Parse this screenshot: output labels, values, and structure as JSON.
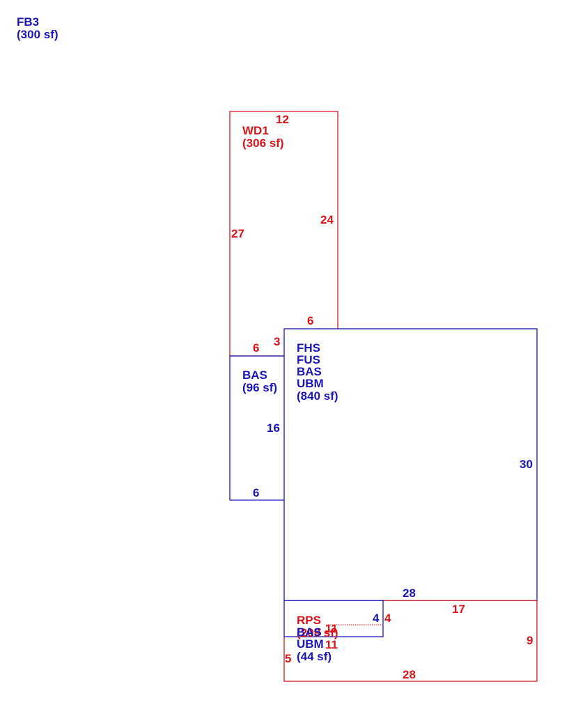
{
  "colors": {
    "blue": "#1a16b8",
    "red": "#d8141a"
  },
  "floating_label": {
    "code": "FB3",
    "area": "(300 sf)"
  },
  "areas": {
    "wd1": {
      "code": "WD1",
      "area": "(306 sf)"
    },
    "bas_small": {
      "code": "BAS",
      "area": "(96 sf)"
    },
    "main": {
      "codes": [
        "FHS",
        "FUS",
        "BAS",
        "UBM"
      ],
      "area": "(840 sf)"
    },
    "rear_blue": {
      "codes": [
        "BAS",
        "UBM"
      ],
      "area": "(44 sf)"
    },
    "rear_red": {
      "code": "RPS",
      "area": "(209 sf)"
    }
  },
  "dimensions": {
    "wd1_top": "12",
    "wd1_left": "27",
    "wd1_right": "24",
    "wd1_bottom": "6",
    "wd1_bottom_left": "6",
    "wd1_step": "3",
    "bas_right": "16",
    "bas_bottom": "6",
    "main_right": "30",
    "main_bottom": "28",
    "rps_top": "17",
    "rps_right": "9",
    "rps_bottom": "28",
    "rps_left": "5",
    "rps_inner_right": "4",
    "rps_inner_bottom": "11",
    "rps_inner_top": "11",
    "rear_blue_right": "4"
  }
}
